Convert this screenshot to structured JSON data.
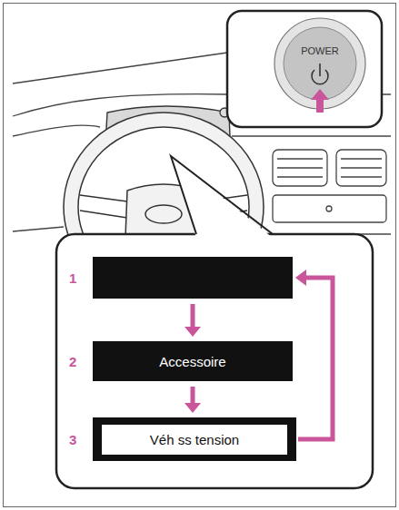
{
  "diagram": {
    "nodes": [
      {
        "text": [
          "POWER"
        ]
      },
      {
        "text": [
          "1"
        ]
      },
      {
        "text": [
          "2",
          "Accessoire"
        ]
      },
      {
        "text": [
          "3",
          "Véh ss tension"
        ]
      }
    ],
    "edges": [
      {
        "from": 1,
        "to": 2,
        "arrow": "to"
      },
      {
        "from": 2,
        "to": 3,
        "arrow": "to"
      },
      {
        "from": 3,
        "to": 1,
        "arrow": "to"
      }
    ]
  }
}
